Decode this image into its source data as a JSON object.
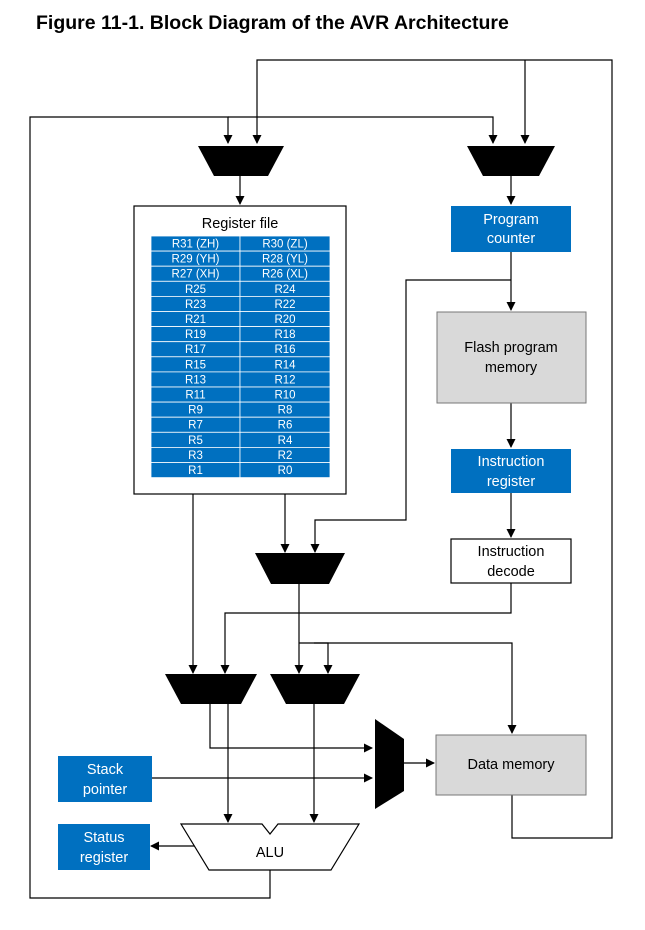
{
  "title": "Figure 11-1.  Block Diagram of the AVR Architecture",
  "colors": {
    "blue": "#0070C0",
    "gray": "#D9D9D9",
    "line": "#000000",
    "text_white": "#FFFFFF"
  },
  "register_file": {
    "title": "Register file",
    "rows": [
      [
        "R31 (ZH)",
        "R30 (ZL)"
      ],
      [
        "R29 (YH)",
        "R28 (YL)"
      ],
      [
        "R27 (XH)",
        "R26 (XL)"
      ],
      [
        "R25",
        "R24"
      ],
      [
        "R23",
        "R22"
      ],
      [
        "R21",
        "R20"
      ],
      [
        "R19",
        "R18"
      ],
      [
        "R17",
        "R16"
      ],
      [
        "R15",
        "R14"
      ],
      [
        "R13",
        "R12"
      ],
      [
        "R11",
        "R10"
      ],
      [
        "R9",
        "R8"
      ],
      [
        "R7",
        "R6"
      ],
      [
        "R5",
        "R4"
      ],
      [
        "R3",
        "R2"
      ],
      [
        "R1",
        "R0"
      ]
    ]
  },
  "blocks": {
    "program_counter": [
      "Program",
      "counter"
    ],
    "flash_memory": [
      "Flash program",
      "memory"
    ],
    "instruction_register": [
      "Instruction",
      "register"
    ],
    "instruction_decode": [
      "Instruction",
      "decode"
    ],
    "data_memory": [
      "Data memory"
    ],
    "stack_pointer": [
      "Stack",
      "pointer"
    ],
    "status_register": [
      "Status",
      "register"
    ],
    "alu": [
      "ALU"
    ]
  }
}
